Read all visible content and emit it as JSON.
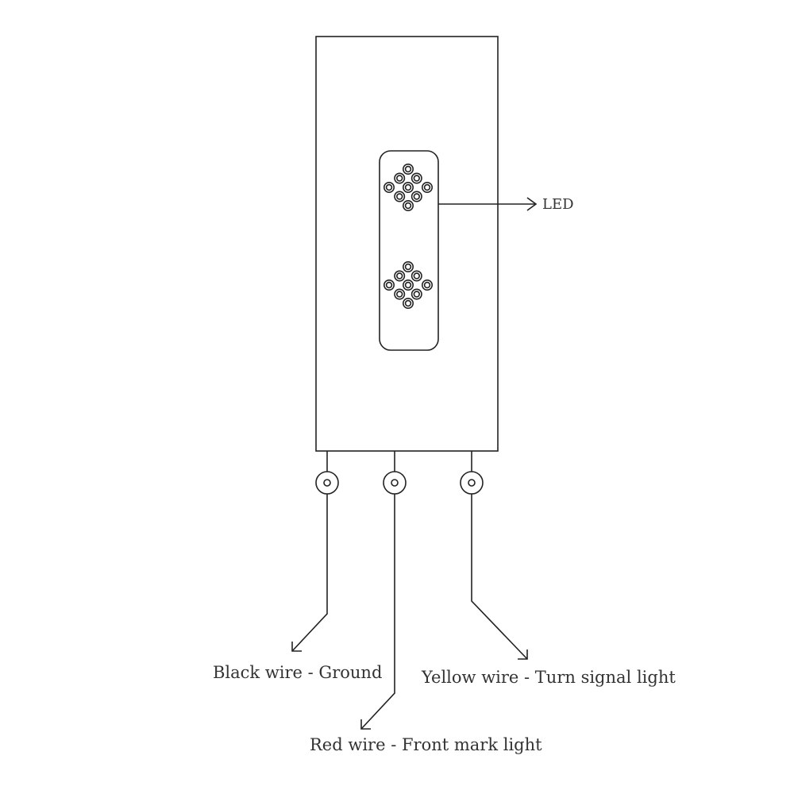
{
  "labels": {
    "led": "LED",
    "black_wire": "Black wire - Ground",
    "red_wire": "Red wire - Front mark light",
    "yellow_wire": "Yellow wire - Turn signal light"
  },
  "colors": {
    "line": "#222222",
    "text": "#333333",
    "background": "#ffffff"
  },
  "led_groups": [
    {
      "name": "upper",
      "pattern": [
        1,
        2,
        3,
        2,
        1
      ],
      "led_count": 9
    },
    {
      "name": "lower",
      "pattern": [
        1,
        2,
        3,
        2,
        1
      ],
      "led_count": 9
    }
  ],
  "wires": [
    {
      "color": "black",
      "function": "Ground"
    },
    {
      "color": "red",
      "function": "Front mark light"
    },
    {
      "color": "yellow",
      "function": "Turn signal light"
    }
  ]
}
